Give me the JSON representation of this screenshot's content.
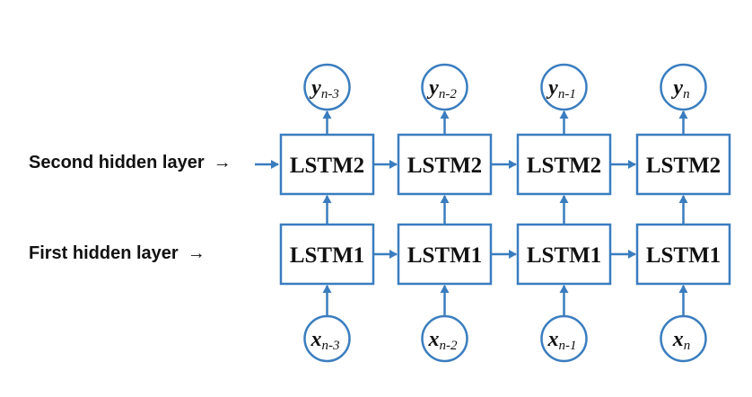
{
  "layers": {
    "second_label": "Second hidden layer",
    "first_label": "First hidden layer",
    "arrow_glyph": "→"
  },
  "columns": [
    {
      "top_box": "LSTM2",
      "bottom_box": "LSTM1",
      "output_var": "y",
      "output_sub": "n-3",
      "input_var": "x",
      "input_sub": "n-3"
    },
    {
      "top_box": "LSTM2",
      "bottom_box": "LSTM1",
      "output_var": "y",
      "output_sub": "n-2",
      "input_var": "x",
      "input_sub": "n-2"
    },
    {
      "top_box": "LSTM2",
      "bottom_box": "LSTM1",
      "output_var": "y",
      "output_sub": "n-1",
      "input_var": "x",
      "input_sub": "n-1"
    },
    {
      "top_box": "LSTM2",
      "bottom_box": "LSTM1",
      "output_var": "y",
      "output_sub": "n",
      "input_var": "x",
      "input_sub": "n"
    }
  ],
  "colors": {
    "accent": "#3a7dbf",
    "text": "#111111"
  },
  "text": {
    "box_labels": {
      "col0_top": "LSTM2",
      "col0_bottom": "LSTM1",
      "col1_top": "LSTM2",
      "col1_bottom": "LSTM1",
      "col2_top": "LSTM2",
      "col2_bottom": "LSTM1",
      "col3_top": "LSTM2",
      "col3_bottom": "LSTM1"
    }
  }
}
